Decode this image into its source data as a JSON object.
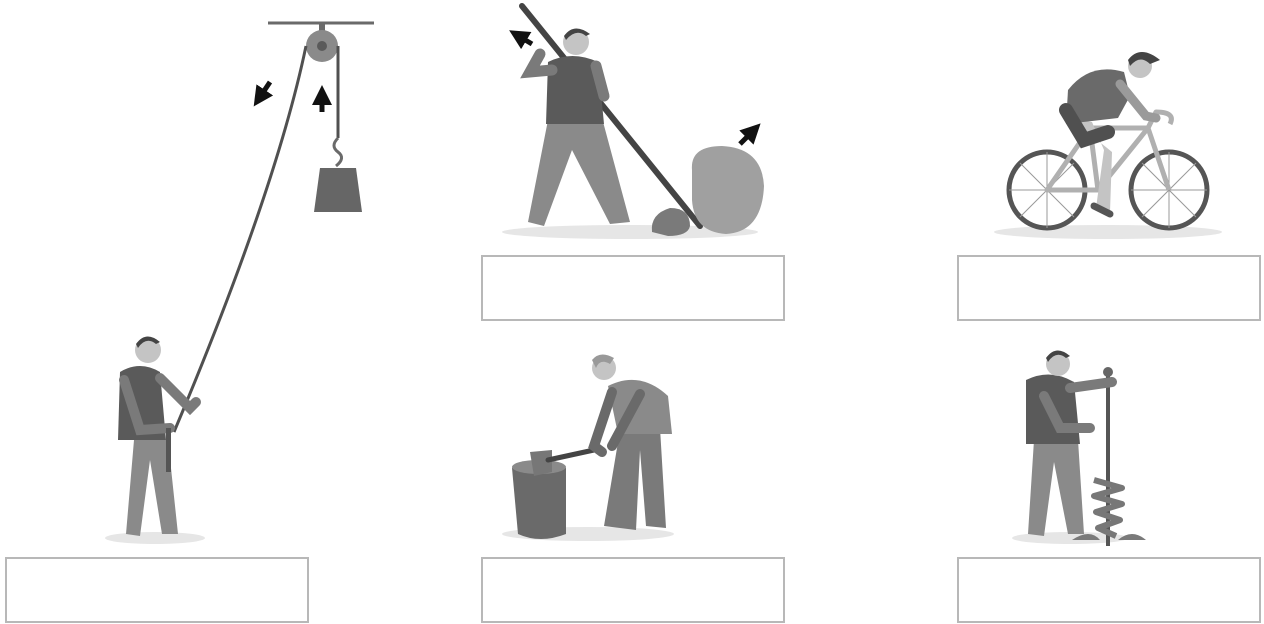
{
  "colors": {
    "figure_dark": "#5a5a5a",
    "figure_mid": "#7d7d7d",
    "figure_light": "#a8a8a8",
    "skin": "#c4c4c4",
    "shadow": "#e6e6e6",
    "box_border": "#b8b8b8"
  },
  "panels": [
    {
      "id": "pulley",
      "icon": "pulley-icon",
      "answer": ""
    },
    {
      "id": "lever",
      "icon": "lever-icon",
      "answer": ""
    },
    {
      "id": "bicycle",
      "icon": "wheel-and-axle-icon",
      "answer": ""
    },
    {
      "id": "wedge",
      "icon": "wedge-icon",
      "answer": ""
    },
    {
      "id": "screw",
      "icon": "screw-icon",
      "answer": ""
    }
  ]
}
